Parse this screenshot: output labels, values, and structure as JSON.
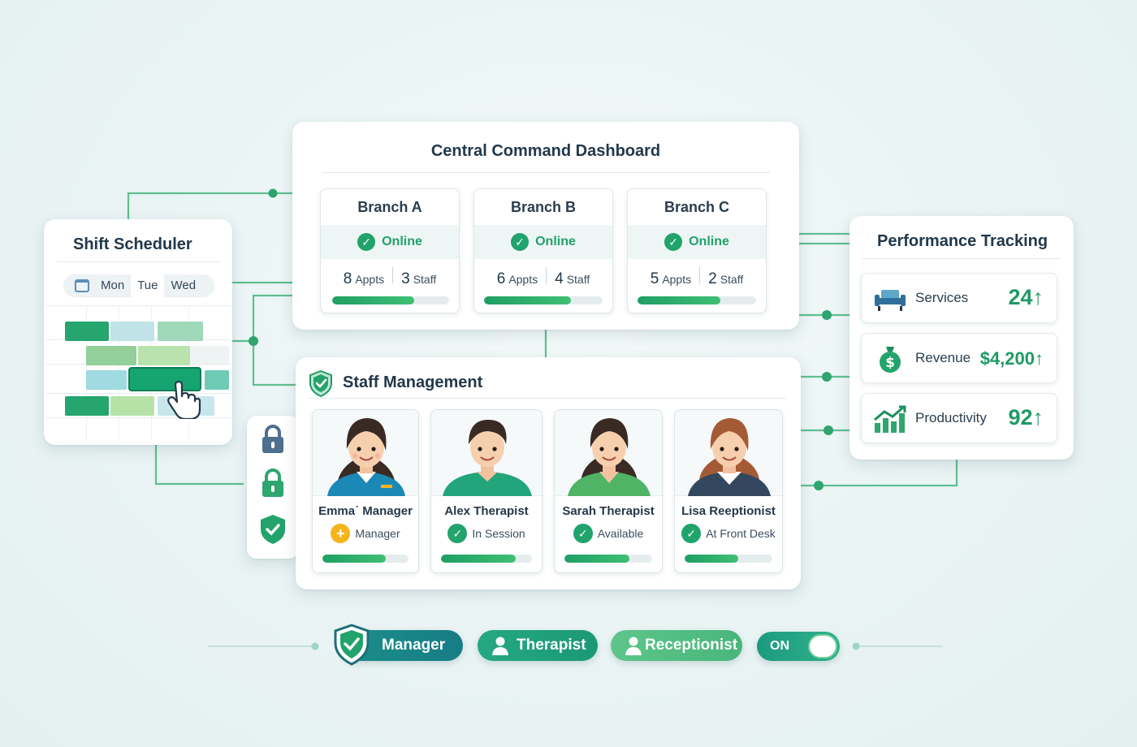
{
  "dashboard": {
    "title": "Central Command Dashboard",
    "branches": [
      {
        "name": "Branch A",
        "status": "Online",
        "appts_count": "8",
        "appts_label": "Appts",
        "staff_count": "3",
        "staff_label": "Staff",
        "progress": 0.7
      },
      {
        "name": "Branch B",
        "status": "Online",
        "appts_count": "6",
        "appts_label": "Appts",
        "staff_count": "4",
        "staff_label": "Staff",
        "progress": 0.73
      },
      {
        "name": "Branch C",
        "status": "Online",
        "appts_count": "5",
        "appts_label": "Appts",
        "staff_count": "2",
        "staff_label": "Staff",
        "progress": 0.7
      }
    ]
  },
  "scheduler": {
    "title": "Shift Scheduler",
    "days": [
      "Mon",
      "Tue",
      "Wed"
    ]
  },
  "performance": {
    "title": "Performance Tracking",
    "metrics": [
      {
        "label": "Services",
        "value": "24↑",
        "icon": "couch-icon"
      },
      {
        "label": "Revenue",
        "value": "$4,200↑",
        "icon": "money-bag-icon"
      },
      {
        "label": "Productivity",
        "value": "92↑",
        "icon": "growth-chart-icon"
      }
    ]
  },
  "staff": {
    "title": "Staff Management",
    "members": [
      {
        "name": "Emma˙ Manager",
        "role": "Manager",
        "progress": 0.74
      },
      {
        "name": "Alex Therapist",
        "role": "In Session",
        "progress": 0.82
      },
      {
        "name": "Sarah Therapist",
        "role": "Available",
        "progress": 0.74
      },
      {
        "name": "Lisa Reeptionist",
        "role": "At Front Desk",
        "progress": 0.61
      }
    ]
  },
  "roles": {
    "manager": "Manager",
    "therapist": "Therapist",
    "receptionist": "Receptionist",
    "toggle_label": "ON"
  },
  "colors": {
    "accent_green": "#21a36c",
    "teal": "#1b8f8a",
    "light_green": "#5ec58a",
    "text_dark": "#22384b"
  }
}
